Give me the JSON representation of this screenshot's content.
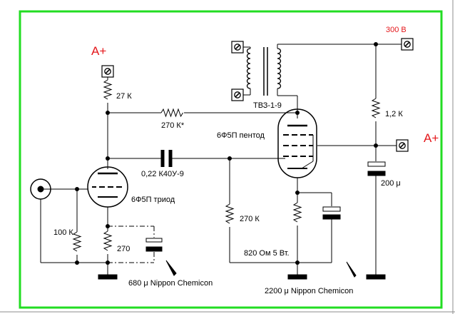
{
  "colors": {
    "frame": "#22dd22",
    "wire": "#000000",
    "accent": "#e4161a",
    "border": "#8c8c8c"
  },
  "labels": {
    "a_plus_left": "A+",
    "a_plus_right": "A+",
    "supply_voltage": "300 В",
    "r_anode_27k": "27 К",
    "r_feedback_270k": "270 К*",
    "transformer": "ТВЗ-1-9",
    "pentode": "6Ф5П пентод",
    "r_screen_1_2k": "1,2 К",
    "coupling_cap": "0,22 К40У-9",
    "triode": "6Ф5П триод",
    "r_grid_270k": "270 К",
    "cap_200u": "200 μ",
    "r_100k": "100 К",
    "r_cathode_270": "270",
    "r_cathode_820": "820 Ом 5 Вт.",
    "cap_680u": "680 μ Nippon Chemicon",
    "cap_2200u": "2200 μ  Nippon Chemicon"
  },
  "icons": [
    "terminal-icon",
    "input-jack-icon",
    "ground-icon",
    "resistor-icon",
    "capacitor-icon",
    "electrolytic-capacitor-icon",
    "triode-tube-icon",
    "pentode-tube-icon",
    "output-transformer-icon",
    "arrow-icon"
  ]
}
